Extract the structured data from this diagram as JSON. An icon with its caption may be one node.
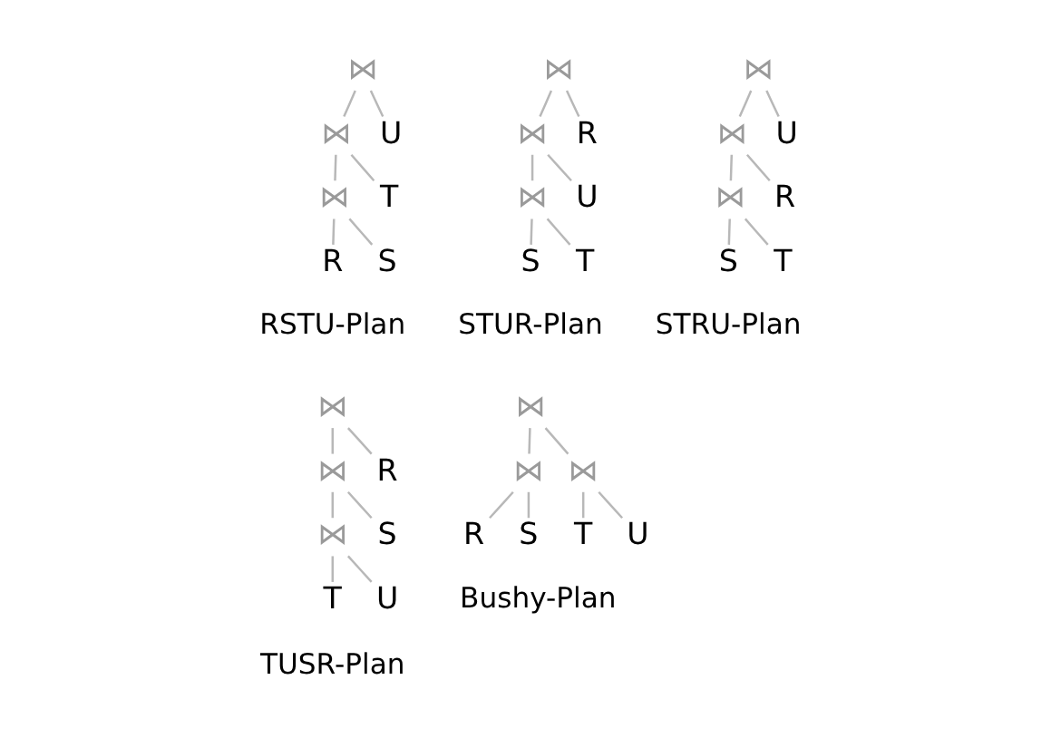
{
  "diagram": {
    "nodes": [
      {
        "text": [
          "⋈"
        ]
      },
      {
        "text": [
          "⋈"
        ]
      },
      {
        "text": [
          "U"
        ]
      },
      {
        "text": [
          "⋈"
        ]
      },
      {
        "text": [
          "T"
        ]
      },
      {
        "text": [
          "R"
        ]
      },
      {
        "text": [
          "S"
        ]
      },
      {
        "text": [
          "⋈"
        ]
      },
      {
        "text": [
          "⋈"
        ]
      },
      {
        "text": [
          "R"
        ]
      },
      {
        "text": [
          "⋈"
        ]
      },
      {
        "text": [
          "U"
        ]
      },
      {
        "text": [
          "S"
        ]
      },
      {
        "text": [
          "T"
        ]
      },
      {
        "text": [
          "⋈"
        ]
      },
      {
        "text": [
          "⋈"
        ]
      },
      {
        "text": [
          "U"
        ]
      },
      {
        "text": [
          "⋈"
        ]
      },
      {
        "text": [
          "R"
        ]
      },
      {
        "text": [
          "S"
        ]
      },
      {
        "text": [
          "T"
        ]
      },
      {
        "text": [
          "⋈"
        ]
      },
      {
        "text": [
          "⋈"
        ]
      },
      {
        "text": [
          "R"
        ]
      },
      {
        "text": [
          "⋈"
        ]
      },
      {
        "text": [
          "S"
        ]
      },
      {
        "text": [
          "T"
        ]
      },
      {
        "text": [
          "U"
        ]
      },
      {
        "text": [
          "⋈"
        ]
      },
      {
        "text": [
          "⋈"
        ]
      },
      {
        "text": [
          "⋈"
        ]
      },
      {
        "text": [
          "R"
        ]
      },
      {
        "text": [
          "S"
        ]
      },
      {
        "text": [
          "T"
        ]
      },
      {
        "text": [
          "U"
        ]
      }
    ],
    "edges": [
      {
        "from": 0,
        "to": 1,
        "arrow": "none"
      },
      {
        "from": 0,
        "to": 2,
        "arrow": "none"
      },
      {
        "from": 1,
        "to": 3,
        "arrow": "none"
      },
      {
        "from": 1,
        "to": 4,
        "arrow": "none"
      },
      {
        "from": 3,
        "to": 5,
        "arrow": "none"
      },
      {
        "from": 3,
        "to": 6,
        "arrow": "none"
      },
      {
        "from": 7,
        "to": 8,
        "arrow": "none"
      },
      {
        "from": 7,
        "to": 9,
        "arrow": "none"
      },
      {
        "from": 8,
        "to": 10,
        "arrow": "none"
      },
      {
        "from": 8,
        "to": 11,
        "arrow": "none"
      },
      {
        "from": 10,
        "to": 12,
        "arrow": "none"
      },
      {
        "from": 10,
        "to": 13,
        "arrow": "none"
      },
      {
        "from": 14,
        "to": 15,
        "arrow": "none"
      },
      {
        "from": 14,
        "to": 16,
        "arrow": "none"
      },
      {
        "from": 15,
        "to": 17,
        "arrow": "none"
      },
      {
        "from": 15,
        "to": 18,
        "arrow": "none"
      },
      {
        "from": 17,
        "to": 19,
        "arrow": "none"
      },
      {
        "from": 17,
        "to": 20,
        "arrow": "none"
      },
      {
        "from": 21,
        "to": 22,
        "arrow": "none"
      },
      {
        "from": 21,
        "to": 23,
        "arrow": "none"
      },
      {
        "from": 22,
        "to": 24,
        "arrow": "none"
      },
      {
        "from": 22,
        "to": 25,
        "arrow": "none"
      },
      {
        "from": 24,
        "to": 26,
        "arrow": "none"
      },
      {
        "from": 24,
        "to": 27,
        "arrow": "none"
      },
      {
        "from": 28,
        "to": 29,
        "arrow": "none"
      },
      {
        "from": 28,
        "to": 30,
        "arrow": "none"
      },
      {
        "from": 29,
        "to": 31,
        "arrow": "none"
      },
      {
        "from": 29,
        "to": 32,
        "arrow": "none"
      },
      {
        "from": 30,
        "to": 33,
        "arrow": "none"
      },
      {
        "from": 30,
        "to": 34,
        "arrow": "none"
      }
    ],
    "labels": [
      "RSTU-Plan",
      "STUR-Plan",
      "STRU-Plan",
      "TUSR-Plan",
      "Bushy-Plan"
    ]
  }
}
